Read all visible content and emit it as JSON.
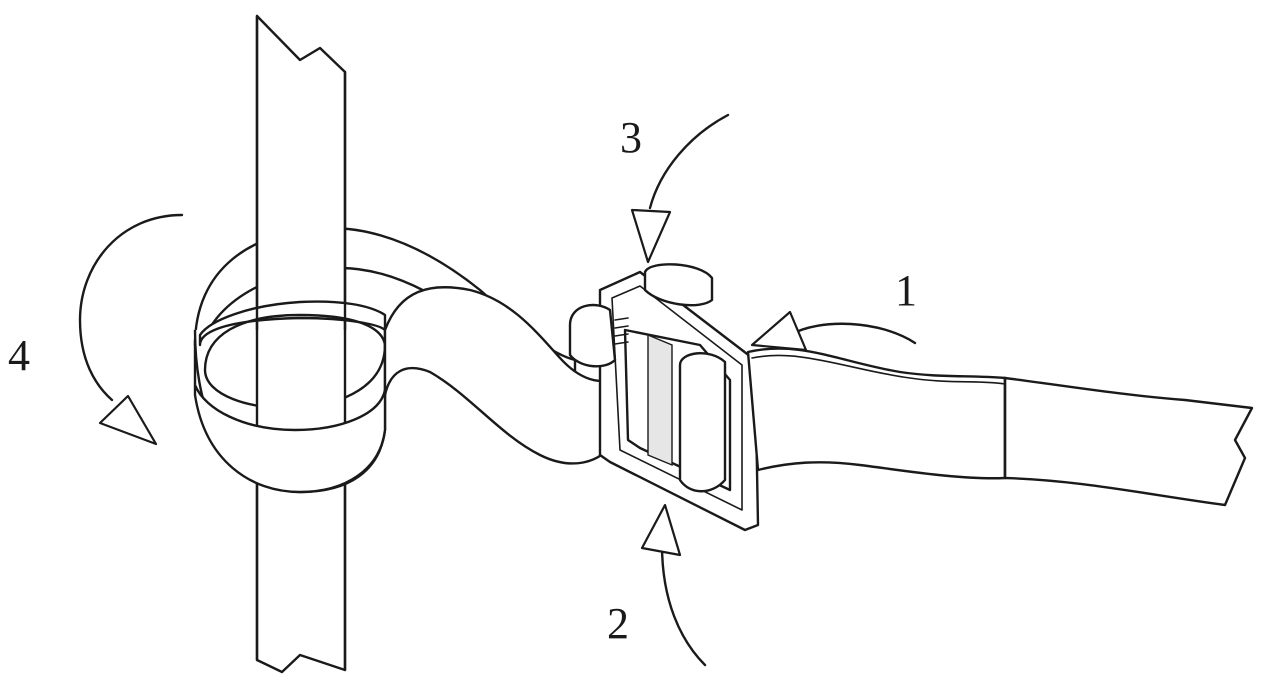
{
  "callouts": {
    "label_1": "1",
    "label_2": "2",
    "label_3": "3",
    "label_4": "4"
  }
}
